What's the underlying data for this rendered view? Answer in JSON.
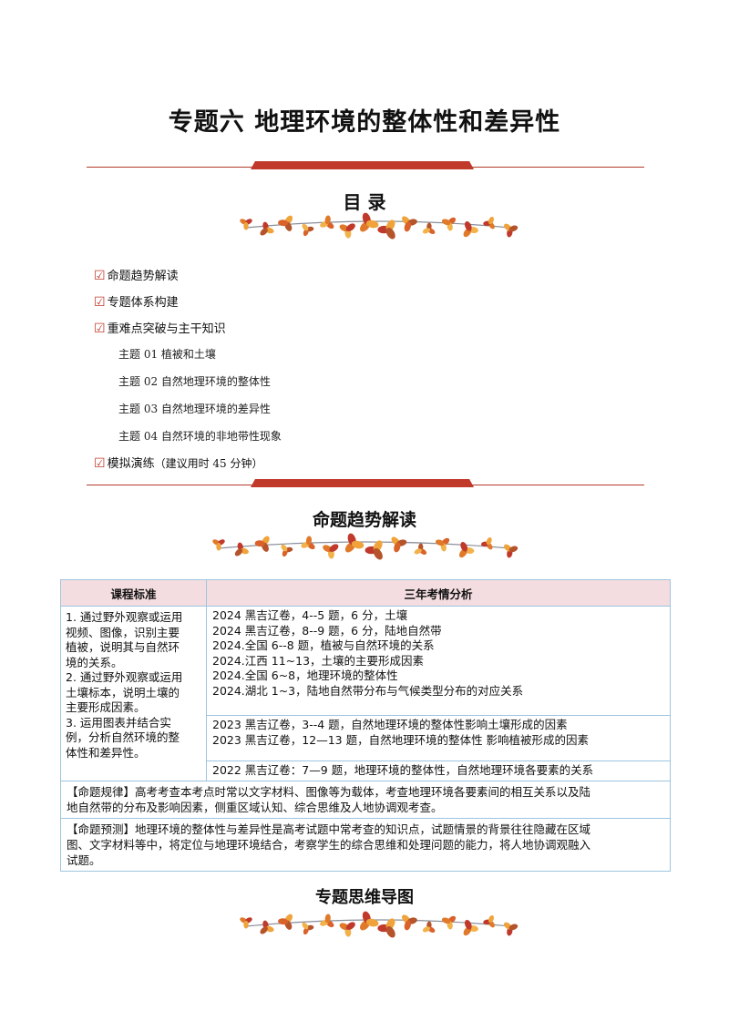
{
  "title": "专题六  地理环境的整体性和差异性",
  "toc_heading": "目        录",
  "toc": {
    "check_symbol": "☑",
    "items": [
      {
        "label": "命题趋势解读"
      },
      {
        "label": "专题体系构建"
      },
      {
        "label": "重难点突破与主干知识"
      }
    ],
    "subitems": [
      "主题 01 植被和土壤",
      "主题 02 自然地理环境的整体性",
      "主题 03 自然地理环境的差异性",
      "主题 04 自然环境的非地带性现象"
    ],
    "last_item": {
      "label": "模拟演练",
      "note": "（建议用时 45 分钟）"
    }
  },
  "section1_heading": "命题趋势解读",
  "table": {
    "header_left": "课程标准",
    "header_right": "三年考情分析",
    "standards": [
      "1. 通过野外观察或运用",
      "视频、图像，识别主要",
      "植被，说明其与自然环",
      "境的关系。",
      "2. 通过野外观察或运用",
      "土壤标本，说明土壤的",
      "主要形成因素。",
      "3. 运用图表并结合实",
      "例，分析自然环境的整",
      "体性和差异性。"
    ],
    "analysis_2024": [
      "2024 黑吉辽卷，4--5 题，6 分，土壤",
      "2024 黑吉辽卷，8--9 题，6 分，陆地自然带",
      "2024.全国  6--8  题，植被与自然环境的关系",
      "2024.江西  11~13，土壤的主要形成因素",
      "2024.全国  6~8，地理环境的整体性",
      "2024.湖北  1~3，陆地自然带分布与气候类型分布的对应关系"
    ],
    "analysis_2023": [
      "2023 黑吉辽卷，3--4 题，自然地理环境的整体性影响土壤形成的因素",
      "2023 黑吉辽卷，12—13 题，自然地理环境的整体性 影响植被形成的因素"
    ],
    "analysis_2022": [
      "2022 黑吉辽卷：7—9 题，地理环境的整体性，自然地理环境各要素的关系"
    ],
    "rule_text": [
      "【命题规律】高考考查本考点时常以文字材料、图像等为载体，考查地理环境各要素间的相互关系以及陆",
      "地自然带的分布及影响因素，侧重区域认知、综合思维及人地协调观考查。"
    ],
    "forecast_text": [
      "【命题预测】地理环境的整体性与差异性是高考试题中常考查的知识点，试题情景的背景往往隐藏在区域",
      "图、文字材料等中，将定位与地理环境结合，考察学生的综合思维和处理问题的能力，将人地协调观融入",
      "试题。"
    ]
  },
  "section2_heading": "专题思维导图",
  "colors": {
    "accent_red": "#c0392b",
    "header_pink": "#f4dde0",
    "table_border": "#9ec5df"
  }
}
